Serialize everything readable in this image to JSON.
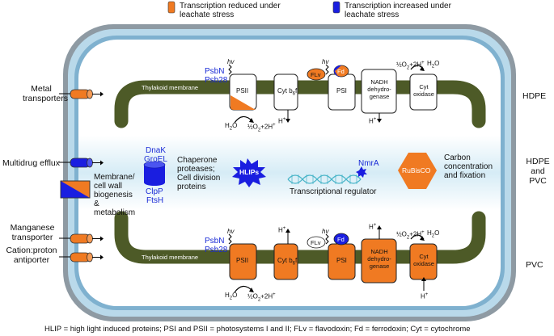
{
  "legend": {
    "reduced": "Transcription reduced under leachate stress",
    "increased": "Transcription increased under leachate stress",
    "reduced_color": "#f07a22",
    "increased_color": "#1a1ee0"
  },
  "left_labels": {
    "metal": "Metal transporters",
    "multidrug": "Multidrug efflux",
    "manganese": "Manganese transporter",
    "cation": "Cation:proton antiporter",
    "membrane": "Membrane/ cell wall biogenesis & metabolism"
  },
  "right_labels": {
    "top": "HDPE",
    "middle": "HDPE and PVC",
    "bottom": "PVC"
  },
  "thylakoid": {
    "label": "Thylakoid membrane",
    "color": "#4d5a27"
  },
  "complexes": {
    "psii": "PSII",
    "cytb6f_main": "Cyt b",
    "cytb6f_sub": "6",
    "cytb6f_tail": "f",
    "psi": "PSI",
    "ndh": "NADH dehydro- genase",
    "cytox": "Cyt oxidase",
    "flv": "FLv",
    "fd": "Fd",
    "hv": "hv"
  },
  "proteins": {
    "psbn": "PsbN",
    "psb28": "Psb28",
    "dnak": "DnaK",
    "groel": "GroEL",
    "clpp": "ClpP",
    "ftsh": "FtsH",
    "nmra": "NmrA"
  },
  "middle": {
    "chaperone": "Chaperone proteases; Cell division proteins",
    "hlips": "HLIPs",
    "regulator": "Transcriptional regulator",
    "rubisco": "RuBisCO",
    "carbon": "Carbon concentration and fixation"
  },
  "chem": {
    "h2o": "H2O",
    "o2": "½O2+2H+",
    "hplus": "H+"
  },
  "footer": "HLIP = high light induced proteins; PSI and PSII = photosystems I and II; FLv = flavodoxin; Fd = ferrodoxin; Cyt = cytochrome"
}
